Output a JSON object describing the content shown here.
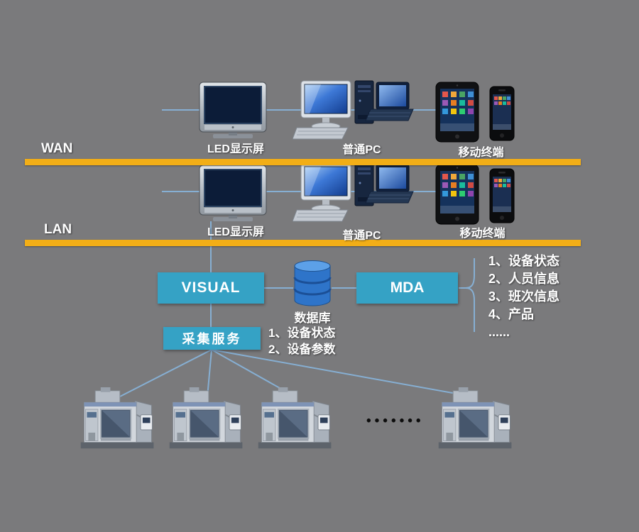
{
  "diagram": {
    "wan": {
      "label": "WAN"
    },
    "lan": {
      "label": "LAN"
    },
    "rows": {
      "wan": {
        "led": "LED显示屏",
        "pc": "普通PC",
        "mobile": "移动终端"
      },
      "lan": {
        "led": "LED显示屏",
        "pc": "普通PC",
        "mobile": "移动终端"
      }
    },
    "middle": {
      "visual": "VISUAL",
      "database": "数据库",
      "mda": "MDA",
      "mda_items": [
        "1、设备状态",
        "2、人员信息",
        "3、班次信息",
        "4、产品",
        "......"
      ],
      "collect": "采集服务",
      "collect_items": [
        "1、设备状态",
        "2、设备参数"
      ]
    },
    "bottom": {
      "dots": "•••••••"
    },
    "colors": {
      "background": "#7a7a7c",
      "bar": "#f2ae17",
      "box": "#35a2c5",
      "line": "#86afd3",
      "text": "#ffffff"
    }
  }
}
